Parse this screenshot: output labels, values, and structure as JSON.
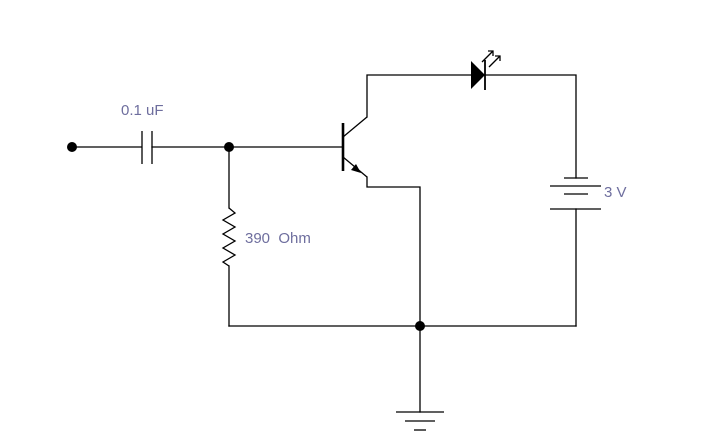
{
  "capacitor": {
    "label": "0.1 uF"
  },
  "resistor": {
    "label": "390  Ohm"
  },
  "battery": {
    "label": "3 V"
  },
  "colors": {
    "label_text": "#6e6e9e",
    "wire": "#000000",
    "background": "#ffffff"
  }
}
